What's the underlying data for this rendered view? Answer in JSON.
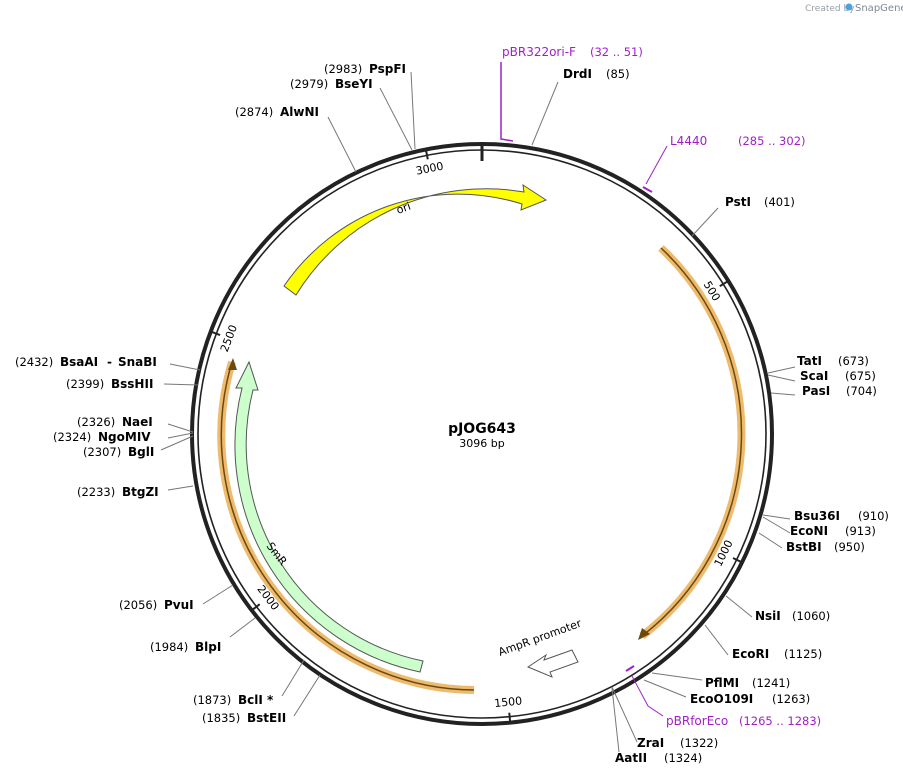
{
  "plasmid": {
    "name": "pJOG643",
    "length_label": "3096 bp",
    "length": 3096
  },
  "credit": {
    "created_by": "Created by",
    "brand": "SnapGene"
  },
  "ticks": [
    "500",
    "1000",
    "1500",
    "2000",
    "2500",
    "3000"
  ],
  "sites": [
    {
      "name": "PspFI",
      "pos": "(2983)"
    },
    {
      "name": "BseYI",
      "pos": "(2979)"
    },
    {
      "name": "AlwNI",
      "pos": "(2874)"
    },
    {
      "name": "DrdI",
      "pos": "(85)"
    },
    {
      "name": "PstI",
      "pos": "(401)"
    },
    {
      "name": "TatI",
      "pos": "(673)"
    },
    {
      "name": "ScaI",
      "pos": "(675)"
    },
    {
      "name": "PasI",
      "pos": "(704)"
    },
    {
      "name": "Bsu36I",
      "pos": "(910)"
    },
    {
      "name": "EcoNI",
      "pos": "(913)"
    },
    {
      "name": "BstBI",
      "pos": "(950)"
    },
    {
      "name": "NsiI",
      "pos": "(1060)"
    },
    {
      "name": "EcoRI",
      "pos": "(1125)"
    },
    {
      "name": "PflMI",
      "pos": "(1241)"
    },
    {
      "name": "EcoO109I",
      "pos": "(1263)"
    },
    {
      "name": "ZraI",
      "pos": "(1322)"
    },
    {
      "name": "AatII",
      "pos": "(1324)"
    },
    {
      "name": "BsaAI",
      "pos": "(2432)"
    },
    {
      "name": "SnaBI",
      "pos": ""
    },
    {
      "name": "BssHII",
      "pos": "(2399)"
    },
    {
      "name": "NaeI",
      "pos": "(2326)"
    },
    {
      "name": "NgoMIV",
      "pos": "(2324)"
    },
    {
      "name": "BglI",
      "pos": "(2307)"
    },
    {
      "name": "BtgZI",
      "pos": "(2233)"
    },
    {
      "name": "PvuI",
      "pos": "(2056)"
    },
    {
      "name": "BlpI",
      "pos": "(1984)"
    },
    {
      "name": "BclI *",
      "pos": "(1873)"
    },
    {
      "name": "BstEII",
      "pos": "(1835)"
    }
  ],
  "primers": [
    {
      "name": "pBR322ori-F",
      "range": "(32 .. 51)"
    },
    {
      "name": "L4440",
      "range": "(285 .. 302)"
    },
    {
      "name": "pBRforEco",
      "range": "(1265 .. 1283)"
    }
  ],
  "features": [
    {
      "name": "ori",
      "color": "#ffff00"
    },
    {
      "name": "SmR",
      "color": "#ccffcc"
    },
    {
      "name": "AmpR promoter",
      "color": "#ffffff"
    }
  ],
  "colors": {
    "primer": "#a020c8",
    "orf": "#e8a33c",
    "orf_fill": "#fff2d9",
    "backbone": "#222222"
  }
}
